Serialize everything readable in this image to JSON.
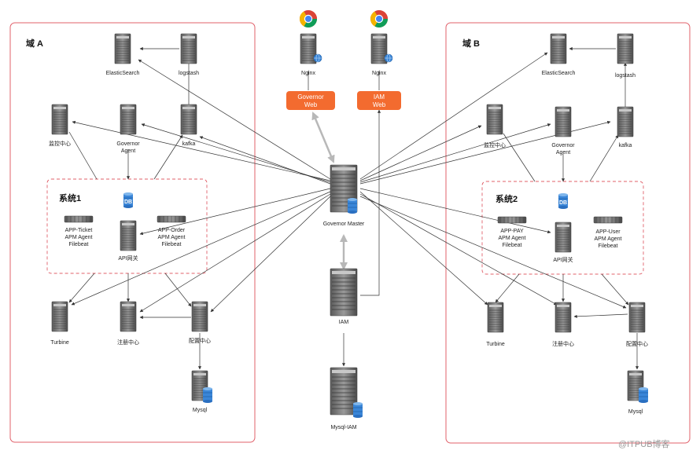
{
  "zones": {
    "a": {
      "title": "域 A"
    },
    "b": {
      "title": "域 B"
    }
  },
  "systems": {
    "s1": {
      "title": "系统1",
      "db": "DB"
    },
    "s2": {
      "title": "系统2",
      "db": "DB"
    }
  },
  "center": {
    "nginx_left": "Nginx",
    "nginx_right": "Nginx",
    "governor_web": [
      "Governor",
      "Web"
    ],
    "iam_web": [
      "IAM",
      "Web"
    ],
    "master": "Governor Master",
    "iam": "IAM",
    "mysql_iam": "Mysql-IAM",
    "accent": "#f36b2f"
  },
  "domain_a": {
    "elasticsearch": "ElasticSearch",
    "logstash": "logstash",
    "monitor": "监控中心",
    "governor_agent": [
      "Governor",
      "Agent"
    ],
    "kafka": "kafka",
    "app_ticket": [
      "APP-Ticket",
      "APM Agent",
      "Filebeat"
    ],
    "app_order": [
      "APP-Order",
      "APM Agent",
      "Filebeat"
    ],
    "api_gateway": "API网关",
    "turbine": "Turbine",
    "registry": "注册中心",
    "config": "配置中心",
    "mysql": "Mysql"
  },
  "domain_b": {
    "elasticsearch": "ElasticSearch",
    "logstash": "logstash",
    "monitor": "监控中心",
    "governor_agent": [
      "Governor",
      "Agent"
    ],
    "kafka": "kafka",
    "app_pay": [
      "APP-PAY",
      "APM Agent",
      "Filebeat"
    ],
    "app_user": [
      "APP-User",
      "APM Agent",
      "Filebeat"
    ],
    "api_gateway": "API网关",
    "turbine": "Turbine",
    "registry": "注册中心",
    "config": "配置中心",
    "mysql": "Mysql"
  },
  "watermark": "@ITPUB博客",
  "colors": {
    "zone_border": "#e0606a",
    "arrow": "#333333",
    "double_arrow": "#b8b8b8",
    "db_blue": "#3a86d8"
  }
}
